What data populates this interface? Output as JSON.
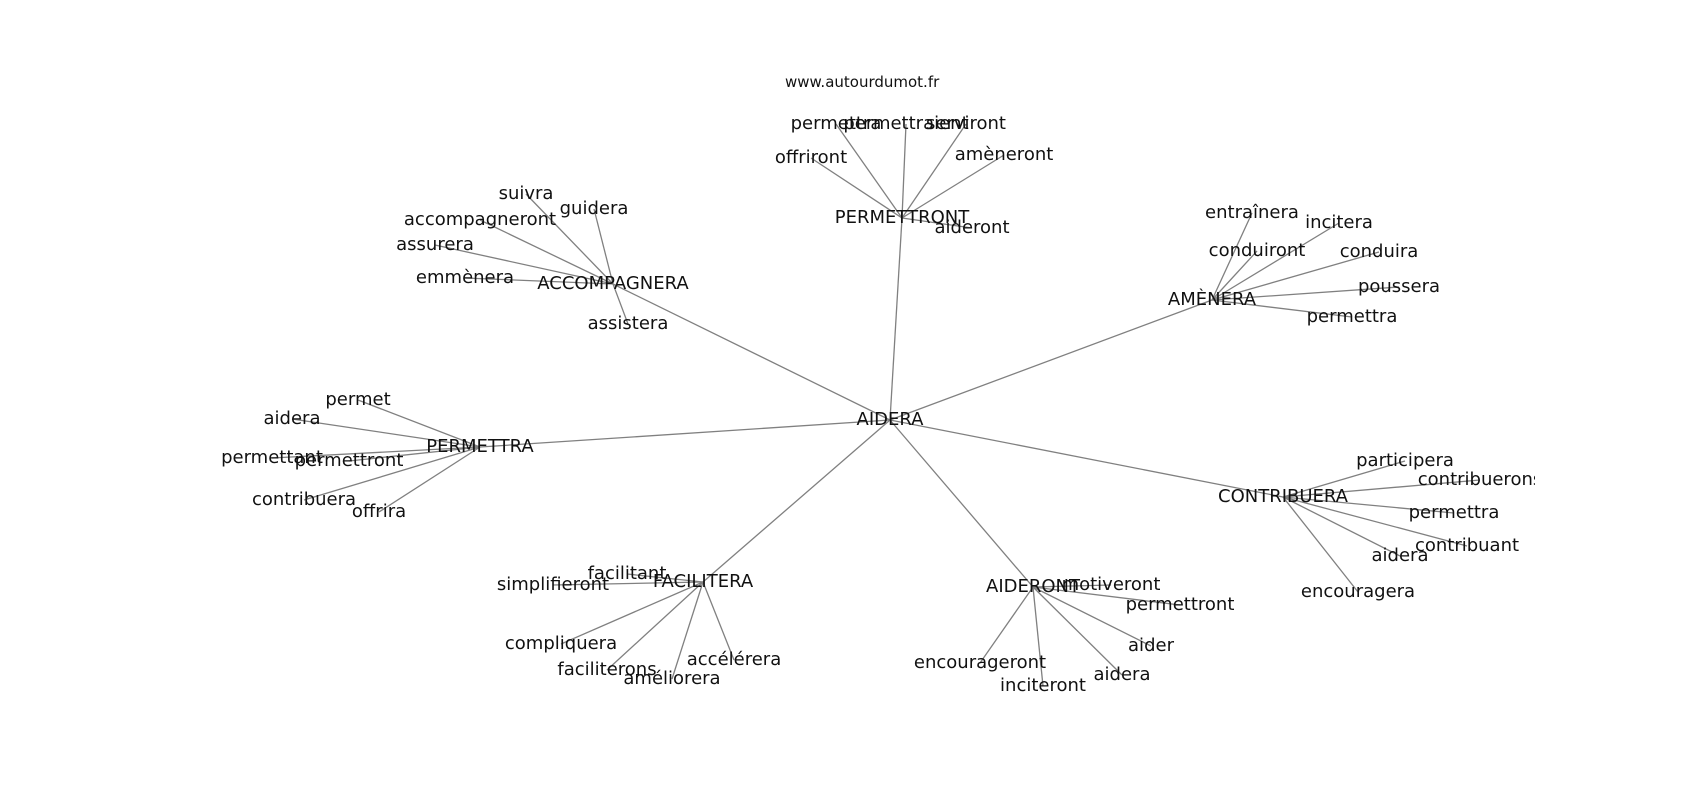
{
  "watermark": "www.autourdumot.fr",
  "graph": {
    "root": "AIDERA",
    "clusters": [
      {
        "hub": "PERMETTRONT",
        "leaves": [
          "permettra",
          "permettraient",
          "serviront",
          "offriront",
          "amèneront",
          "aideront"
        ]
      },
      {
        "hub": "ACCOMPAGNERA",
        "leaves": [
          "suivra",
          "guidera",
          "accompagneront",
          "assurera",
          "emmènera",
          "assistera"
        ]
      },
      {
        "hub": "AMÈNERA",
        "leaves": [
          "entraînera",
          "incitera",
          "conduiront",
          "conduira",
          "poussera",
          "permettra"
        ]
      },
      {
        "hub": "PERMETTRA",
        "leaves": [
          "permet",
          "aidera",
          "permettant",
          "permettront",
          "contribuera",
          "offrira"
        ]
      },
      {
        "hub": "CONTRIBUERA",
        "leaves": [
          "participera",
          "contribuerons",
          "permettra",
          "contribuant",
          "aidera",
          "encouragera"
        ]
      },
      {
        "hub": "FACILITERA",
        "leaves": [
          "facilitant",
          "simplifieront",
          "compliquera",
          "faciliterons",
          "améliorera",
          "accélérera"
        ]
      },
      {
        "hub": "AIDERONT",
        "leaves": [
          "motiveront",
          "permettront",
          "aider",
          "aidera",
          "inciteront",
          "encourageront"
        ]
      }
    ]
  }
}
